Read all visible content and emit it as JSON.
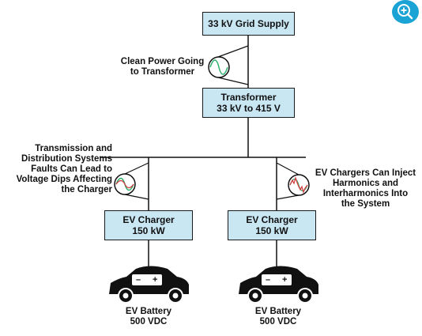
{
  "grid": {
    "label": "33 kV Grid Supply"
  },
  "clean_power": {
    "line1": "Clean Power Going",
    "line2": "to Transformer"
  },
  "transformer": {
    "line1": "Transformer",
    "line2": "33 kV to 415 V"
  },
  "fault_note": {
    "lines": [
      "Transmission and",
      "Distribution Systems",
      "Faults Can Lead to",
      "Voltage Dips Affecting",
      "the Charger"
    ]
  },
  "harmonics_note": {
    "lines": [
      "EV Chargers Can Inject",
      "Harmonics and",
      "Interharmonics Into",
      "the System"
    ]
  },
  "chargers": [
    {
      "line1": "EV Charger",
      "line2": "150 kW",
      "battery1": "EV Battery",
      "battery2": "500 VDC"
    },
    {
      "line1": "EV Charger",
      "line2": "150 kW",
      "battery1": "EV Battery",
      "battery2": "500 VDC"
    }
  ],
  "battery_symbols": {
    "minus": "–",
    "plus": "+"
  },
  "colors": {
    "box_fill": "#c9e6f3",
    "zoom": "#1aa3d4",
    "wave_green": "#2fae6b",
    "wave_red": "#d6333a"
  },
  "icons": {
    "zoom": "zoom-in-icon"
  }
}
